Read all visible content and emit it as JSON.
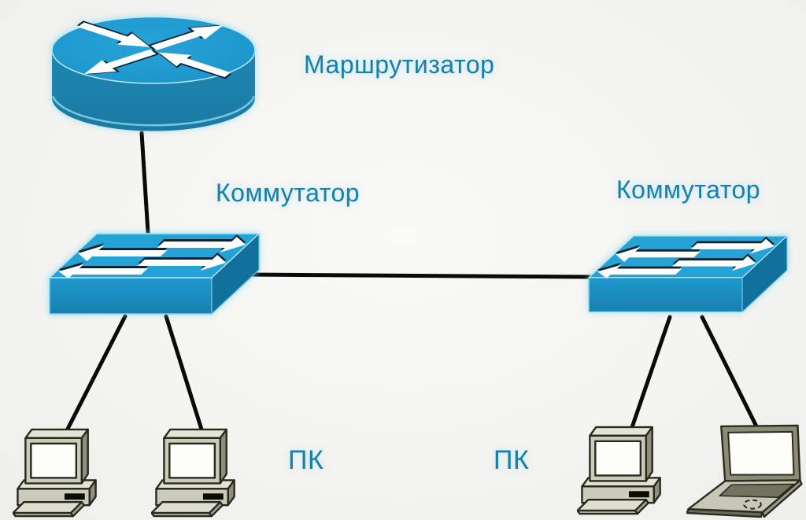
{
  "diagram": {
    "background_color": "#f4f4f1",
    "link_color": "#0a0a0a",
    "label_color": "#1a7fa8",
    "device_blue": "#1e9ad0",
    "device_beige": "#cbcbbb",
    "labels": {
      "router": "Маршрутизатор",
      "switch_left": "Коммутатор",
      "switch_right": "Коммутатор",
      "pc_left": "ПК",
      "pc_right": "ПК"
    },
    "devices": [
      {
        "id": "router",
        "type": "router",
        "icon": "router-icon"
      },
      {
        "id": "switch-left",
        "type": "switch",
        "icon": "switch-icon"
      },
      {
        "id": "switch-right",
        "type": "switch",
        "icon": "switch-icon"
      },
      {
        "id": "pc-1",
        "type": "desktop-pc",
        "icon": "desktop-pc-icon"
      },
      {
        "id": "pc-2",
        "type": "desktop-pc",
        "icon": "desktop-pc-icon"
      },
      {
        "id": "pc-3",
        "type": "desktop-pc",
        "icon": "desktop-pc-icon"
      },
      {
        "id": "laptop-1",
        "type": "laptop",
        "icon": "laptop-icon"
      }
    ],
    "connections": [
      {
        "from": "router",
        "to": "switch-left"
      },
      {
        "from": "switch-left",
        "to": "switch-right"
      },
      {
        "from": "switch-left",
        "to": "pc-1"
      },
      {
        "from": "switch-left",
        "to": "pc-2"
      },
      {
        "from": "switch-right",
        "to": "pc-3"
      },
      {
        "from": "switch-right",
        "to": "laptop-1"
      }
    ]
  }
}
